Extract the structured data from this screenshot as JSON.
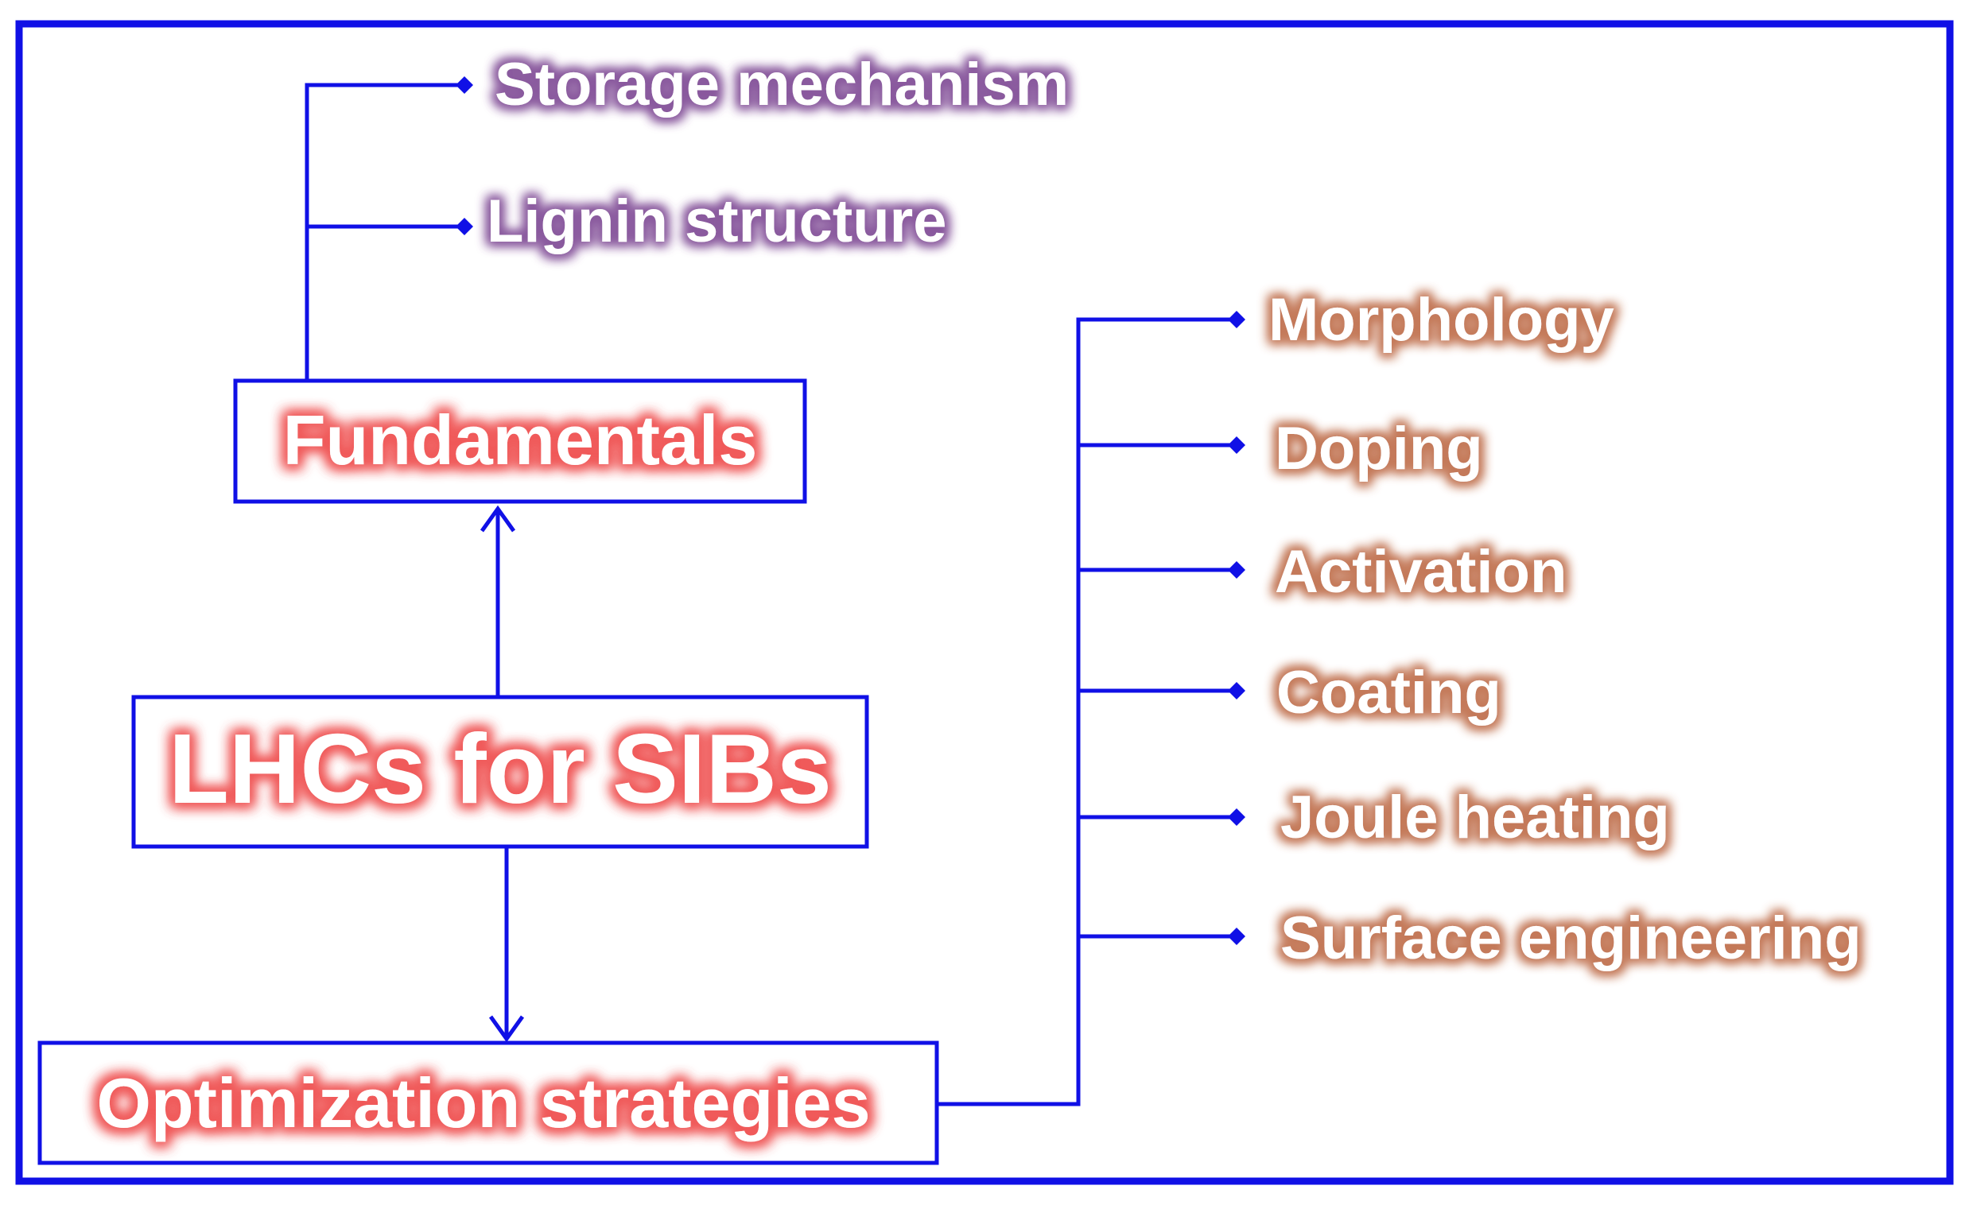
{
  "diagram": {
    "center": "LHCs for SIBs",
    "fundamentals": {
      "label": "Fundamentals",
      "items": [
        "Storage mechanism",
        "Lignin structure"
      ]
    },
    "optimization": {
      "label": "Optimization strategies",
      "items": [
        "Morphology",
        "Doping",
        "Activation",
        "Coating",
        "Joule heating",
        "Surface engineering"
      ]
    }
  },
  "colors": {
    "line": "#1010e6",
    "text": "#ffffff",
    "glow_fundamental_items": "#8a5a9e",
    "glow_main": "#f05a5a",
    "glow_optimization_items": "#c47a5a"
  }
}
